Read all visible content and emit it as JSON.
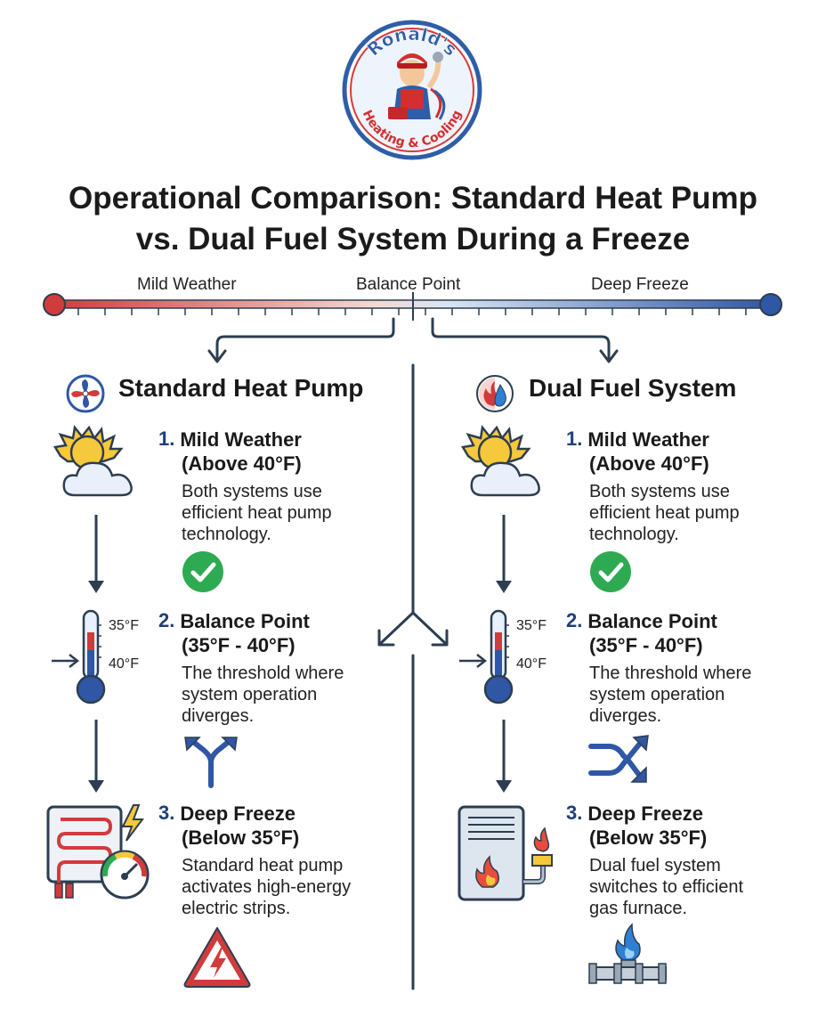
{
  "logo": {
    "line1": "Ronald's",
    "line2": "Heating & Cooling"
  },
  "title": {
    "line1": "Operational Comparison: Standard Heat Pump",
    "line2": "vs. Dual Fuel System During a Freeze"
  },
  "scale": {
    "left": "Mild Weather",
    "center": "Balance Point",
    "right": "Deep Freeze"
  },
  "columns": [
    {
      "title": "Standard Heat Pump",
      "icon": "fan-icon",
      "steps": [
        {
          "num": "1.",
          "title": "Mild Weather",
          "sub": "(Above 40°F)",
          "text": [
            "Both systems use",
            "efficient heat pump",
            "technology."
          ],
          "icon": "sun-cloud-icon",
          "status_icon": "check-circle-icon"
        },
        {
          "num": "2.",
          "title": "Balance Point",
          "sub": "(35°F - 40°F)",
          "text": [
            "The threshold where",
            "system operation",
            "diverges."
          ],
          "icon": "thermometer-icon",
          "temp_high": "35°F",
          "temp_low": "40°F",
          "status_icon": "fork-arrows-icon"
        },
        {
          "num": "3.",
          "title": "Deep Freeze",
          "sub": "(Below 35°F)",
          "text": [
            "Standard heat pump",
            "activates high-energy",
            "electric strips."
          ],
          "icon": "electric-heat-strip-icon",
          "status_icon": "warning-triangle-icon"
        }
      ]
    },
    {
      "title": "Dual Fuel System",
      "icon": "fire-drop-icon",
      "steps": [
        {
          "num": "1.",
          "title": "Mild Weather",
          "sub": "(Above 40°F)",
          "text": [
            "Both systems use",
            "efficient heat pump",
            "technology."
          ],
          "icon": "sun-cloud-icon",
          "status_icon": "check-circle-icon"
        },
        {
          "num": "2.",
          "title": "Balance Point",
          "sub": "(35°F - 40°F)",
          "text": [
            "The threshold where",
            "system operation",
            "diverges."
          ],
          "icon": "thermometer-icon",
          "temp_high": "35°F",
          "temp_low": "40°F",
          "status_icon": "merge-arrows-icon"
        },
        {
          "num": "3.",
          "title": "Deep Freeze",
          "sub": "(Below 35°F)",
          "text": [
            "Dual fuel system",
            "switches to efficient",
            "gas furnace."
          ],
          "icon": "gas-furnace-icon",
          "status_icon": "gas-flame-pipe-icon"
        }
      ]
    }
  ],
  "colors": {
    "warm": "#d23b3b",
    "cold": "#2f57a5",
    "accent_blue": "#1f3f7a",
    "success": "#2eaa53",
    "line": "#2e3e50"
  }
}
